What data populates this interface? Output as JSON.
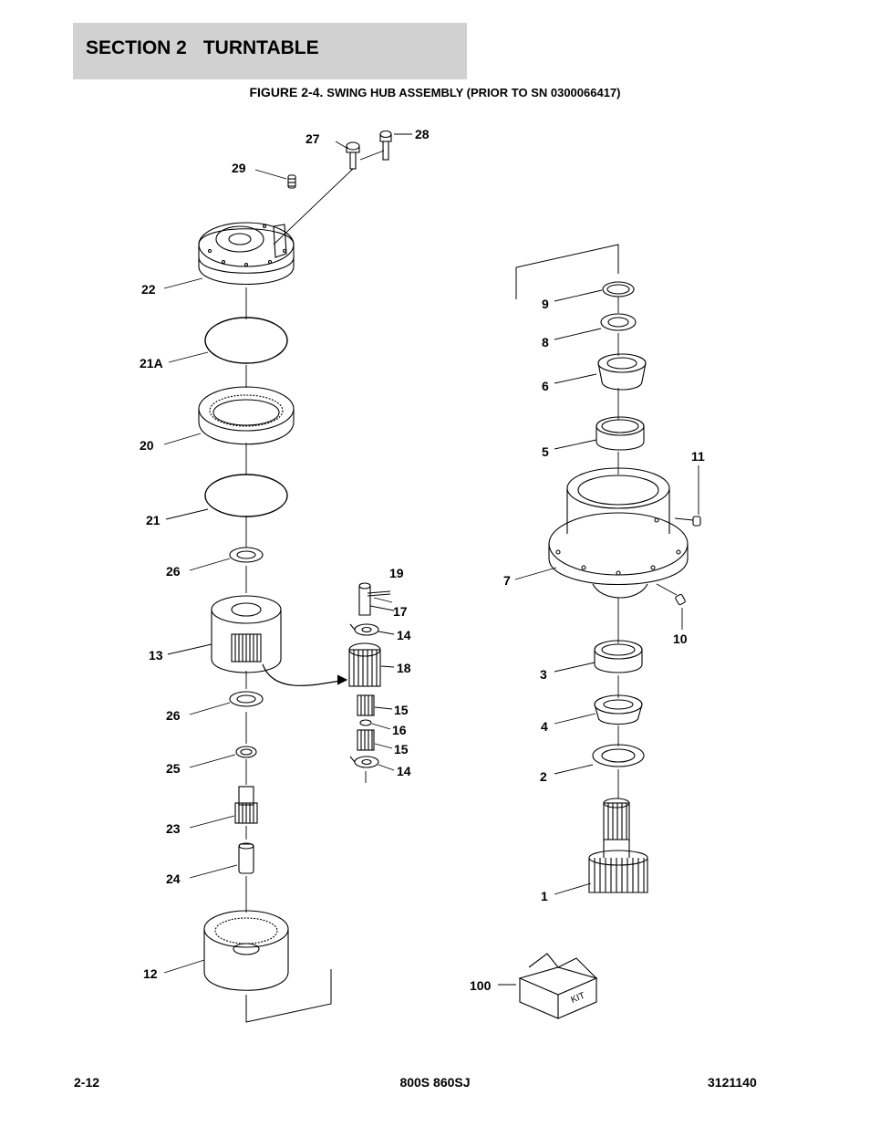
{
  "header": {
    "section_label": "SECTION 2",
    "section_name": "TURNTABLE"
  },
  "figure": {
    "number": "FIGURE 2-4.",
    "title": "SWING HUB ASSEMBLY (PRIOR TO SN 0300066417)"
  },
  "callouts": {
    "c1": "1",
    "c2": "2",
    "c3": "3",
    "c4": "4",
    "c5": "5",
    "c6": "6",
    "c7": "7",
    "c8": "8",
    "c9": "9",
    "c10": "10",
    "c11": "11",
    "c12": "12",
    "c13": "13",
    "c14a": "14",
    "c14b": "14",
    "c15a": "15",
    "c15b": "15",
    "c16": "16",
    "c17": "17",
    "c18": "18",
    "c19": "19",
    "c20": "20",
    "c21": "21",
    "c21a": "21A",
    "c22": "22",
    "c23": "23",
    "c24": "24",
    "c25": "25",
    "c26a": "26",
    "c26b": "26",
    "c27": "27",
    "c28": "28",
    "c29": "29",
    "c100": "100"
  },
  "kit_label": "KIT",
  "footer": {
    "page": "2-12",
    "model": "800S 860SJ",
    "doc_number": "3121140"
  }
}
